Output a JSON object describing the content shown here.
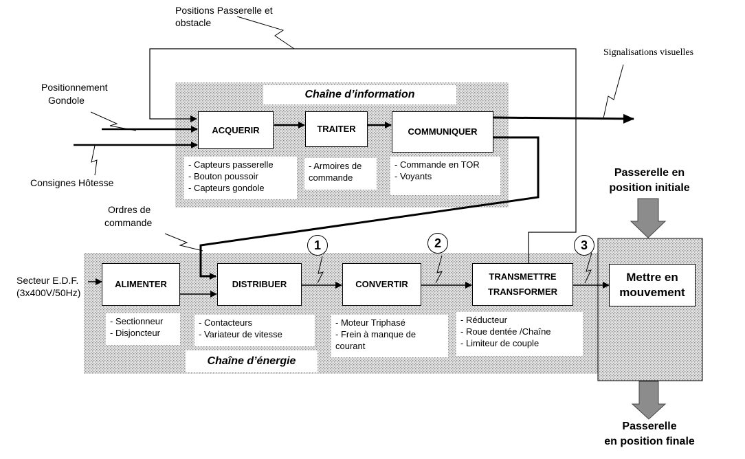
{
  "chaine_information": {
    "title": "Chaîne d’information",
    "acquerir": "ACQUERIR",
    "traiter": "TRAITER",
    "communiquer": "COMMUNIQUER",
    "acquerir_notes": [
      "- Capteurs passerelle",
      "- Bouton  poussoir",
      "- Capteurs gondole"
    ],
    "traiter_notes": [
      "- Armoires de",
      "commande"
    ],
    "communiquer_notes": [
      "- Commande en TOR",
      "- Voyants"
    ]
  },
  "chaine_energie": {
    "title": "Chaîne d’énergie",
    "alimenter": "ALIMENTER",
    "distribuer": "DISTRIBUER",
    "convertir": "CONVERTIR",
    "transmettre_1": "TRANSMETTRE",
    "transmettre_2": "TRANSFORMER",
    "alimenter_notes": [
      "- Sectionneur",
      "- Disjoncteur"
    ],
    "distribuer_notes": [
      "- Contacteurs",
      "- Variateur de vitesse"
    ],
    "convertir_notes": [
      "- Moteur Triphasé",
      "- Frein à manque de",
      "courant"
    ],
    "transmettre_notes": [
      "- Réducteur",
      "- Roue dentée /Chaîne",
      "- Limiteur de couple"
    ]
  },
  "labels": {
    "positions_1": "Positions Passerelle et",
    "positions_2": "obstacle",
    "signalisations": "Signalisations visuelles",
    "positionnement_1": "Positionnement",
    "positionnement_2": "Gondole",
    "consignes": "Consignes Hôtesse",
    "ordres_1": "Ordres de",
    "ordres_2": "commande",
    "secteur_1": "Secteur E.D.F.",
    "secteur_2": "(3x400V/50Hz)",
    "passerelle_init_1": "Passerelle  en",
    "passerelle_init_2": "position initiale",
    "passerelle_fin_1": "Passerelle",
    "passerelle_fin_2": "en position finale",
    "mettre_1": "Mettre en",
    "mettre_2": "mouvement"
  },
  "circles": [
    "1",
    "2",
    "3"
  ]
}
